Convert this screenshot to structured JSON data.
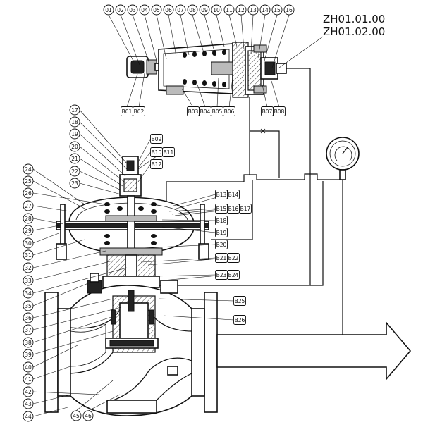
{
  "drawing_codes": [
    "ZH01.01.00",
    "ZH01.02.00"
  ],
  "top_callouts": [
    "01",
    "02",
    "03",
    "04",
    "05",
    "06",
    "07",
    "08",
    "09",
    "10",
    "11",
    "12",
    "13",
    "14",
    "15",
    "16"
  ],
  "left_callouts": [
    "17",
    "18",
    "19",
    "20",
    "21",
    "22",
    "23",
    "24",
    "25",
    "26",
    "27",
    "28",
    "29",
    "30",
    "31",
    "32",
    "33",
    "34",
    "35",
    "36",
    "37",
    "38",
    "39",
    "40",
    "41",
    "42",
    "43",
    "44"
  ],
  "bottom_callouts": [
    "45",
    "46"
  ],
  "pilot_b_labels": [
    "B01",
    "B02",
    "B03",
    "B04",
    "B05",
    "B06",
    "B07",
    "B08"
  ],
  "right_b_labels": [
    "B09",
    "B10",
    "B11",
    "B12",
    "B13",
    "B14",
    "B15",
    "B16",
    "B17",
    "B18",
    "B19",
    "B20",
    "B21",
    "B22",
    "B23",
    "B24",
    "B25",
    "B26"
  ]
}
